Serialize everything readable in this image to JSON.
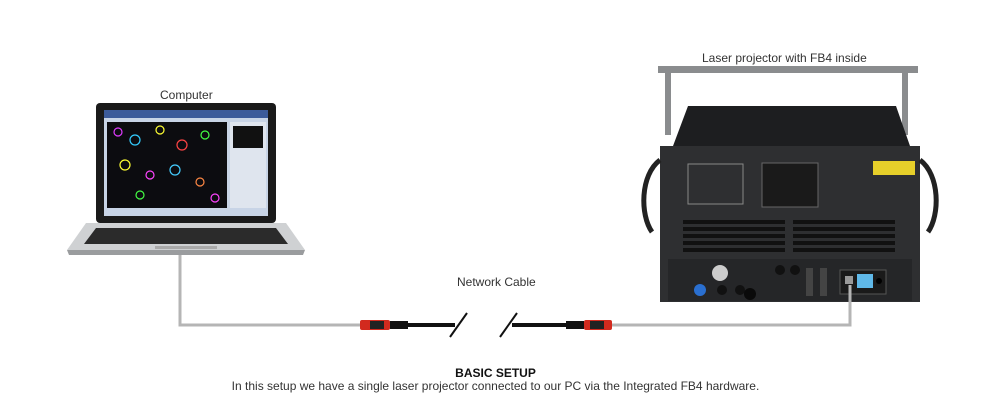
{
  "labels": {
    "computer": "Computer",
    "projector": "Laser projector with FB4 inside",
    "cable": "Network Cable"
  },
  "caption": {
    "title": "BASIC SETUP",
    "description": "In this setup we have a single laser projector connected to our PC via the Integrated FB4 hardware."
  },
  "colors": {
    "cable_grey": "#b5b5b5",
    "cable_black": "#111111",
    "connector_red": "#d22a1e",
    "projector_body": "#2e2f31"
  }
}
